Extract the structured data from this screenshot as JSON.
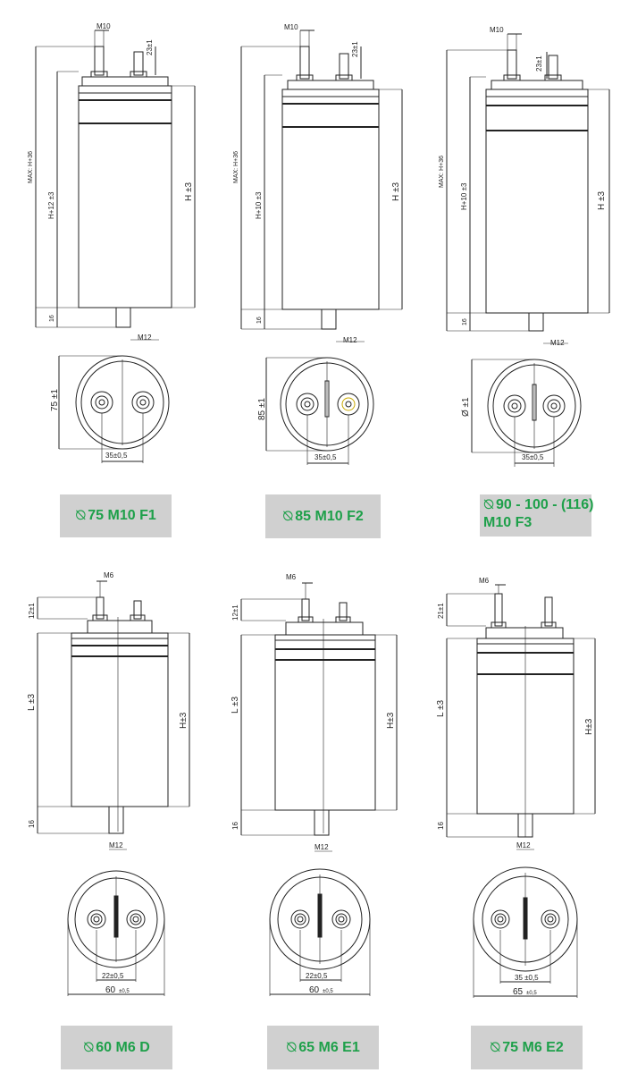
{
  "colors": {
    "label_bg": "#d0d0d0",
    "label_text": "#1ea04a",
    "line": "#222222"
  },
  "diameter_symbol": "⦰",
  "variants": [
    {
      "id": "F1",
      "top_labels": {
        "thread_top": "M10",
        "height_tol": "23±1",
        "max": "MAX: H+36",
        "body": "H+12 ±3",
        "overall": "H ±3",
        "base": "16",
        "stud": "M12"
      },
      "bottom_labels": {
        "diameter": "75 ±1",
        "spacing": "35±0,5"
      },
      "caption": {
        "diameter": "⦰",
        "lines": [
          "75 M10 F1"
        ]
      }
    },
    {
      "id": "F2",
      "top_labels": {
        "thread_top": "M10",
        "height_tol": "23±1",
        "max": "MAX: H+36",
        "body": "H+10 ±3",
        "overall": "H ±3",
        "base": "16",
        "stud": "M12"
      },
      "bottom_labels": {
        "diameter": "85 ±1",
        "spacing": "35±0,5"
      },
      "caption": {
        "diameter": "⦰",
        "lines": [
          "85 M10 F2"
        ]
      }
    },
    {
      "id": "F3",
      "top_labels": {
        "thread_top": "M10",
        "height_tol": "23±1",
        "max": "MAX: H+36",
        "body": "H+10 ±3",
        "overall": "H ±3",
        "base": "16",
        "stud": "M12"
      },
      "bottom_labels": {
        "diameter": "Ø ±1",
        "spacing": "35±0,5"
      },
      "caption": {
        "diameter": "⦰",
        "lines": [
          "90 - 100 - (116)",
          "M10 F3"
        ]
      }
    },
    {
      "id": "D",
      "top_labels": {
        "thread_top": "M6",
        "height_tol": "12±1",
        "body": "L ±3",
        "overall": "H±3",
        "base": "16",
        "stud": "M12"
      },
      "bottom_labels": {
        "spacing": "22±0,5",
        "width": "60",
        "width_tol": "±0,5"
      },
      "caption": {
        "diameter": "⦰",
        "lines": [
          "60 M6 D"
        ]
      }
    },
    {
      "id": "E1",
      "top_labels": {
        "thread_top": "M6",
        "height_tol": "12±1",
        "body": "L ±3",
        "overall": "H±3",
        "base": "16",
        "stud": "M12"
      },
      "bottom_labels": {
        "spacing": "22±0,5",
        "width": "60",
        "width_tol": "±0,5"
      },
      "caption": {
        "diameter": "⦰",
        "lines": [
          "65 M6 E1"
        ]
      }
    },
    {
      "id": "E2",
      "top_labels": {
        "thread_top": "M6",
        "height_tol": "21±1",
        "body": "L ±3",
        "overall": "H±3",
        "base": "16",
        "stud": "M12"
      },
      "bottom_labels": {
        "spacing": "35 ±0,5",
        "width": "65",
        "width_tol": "±0,5"
      },
      "caption": {
        "diameter": "⦰",
        "lines": [
          "75 M6 E2"
        ]
      }
    }
  ]
}
